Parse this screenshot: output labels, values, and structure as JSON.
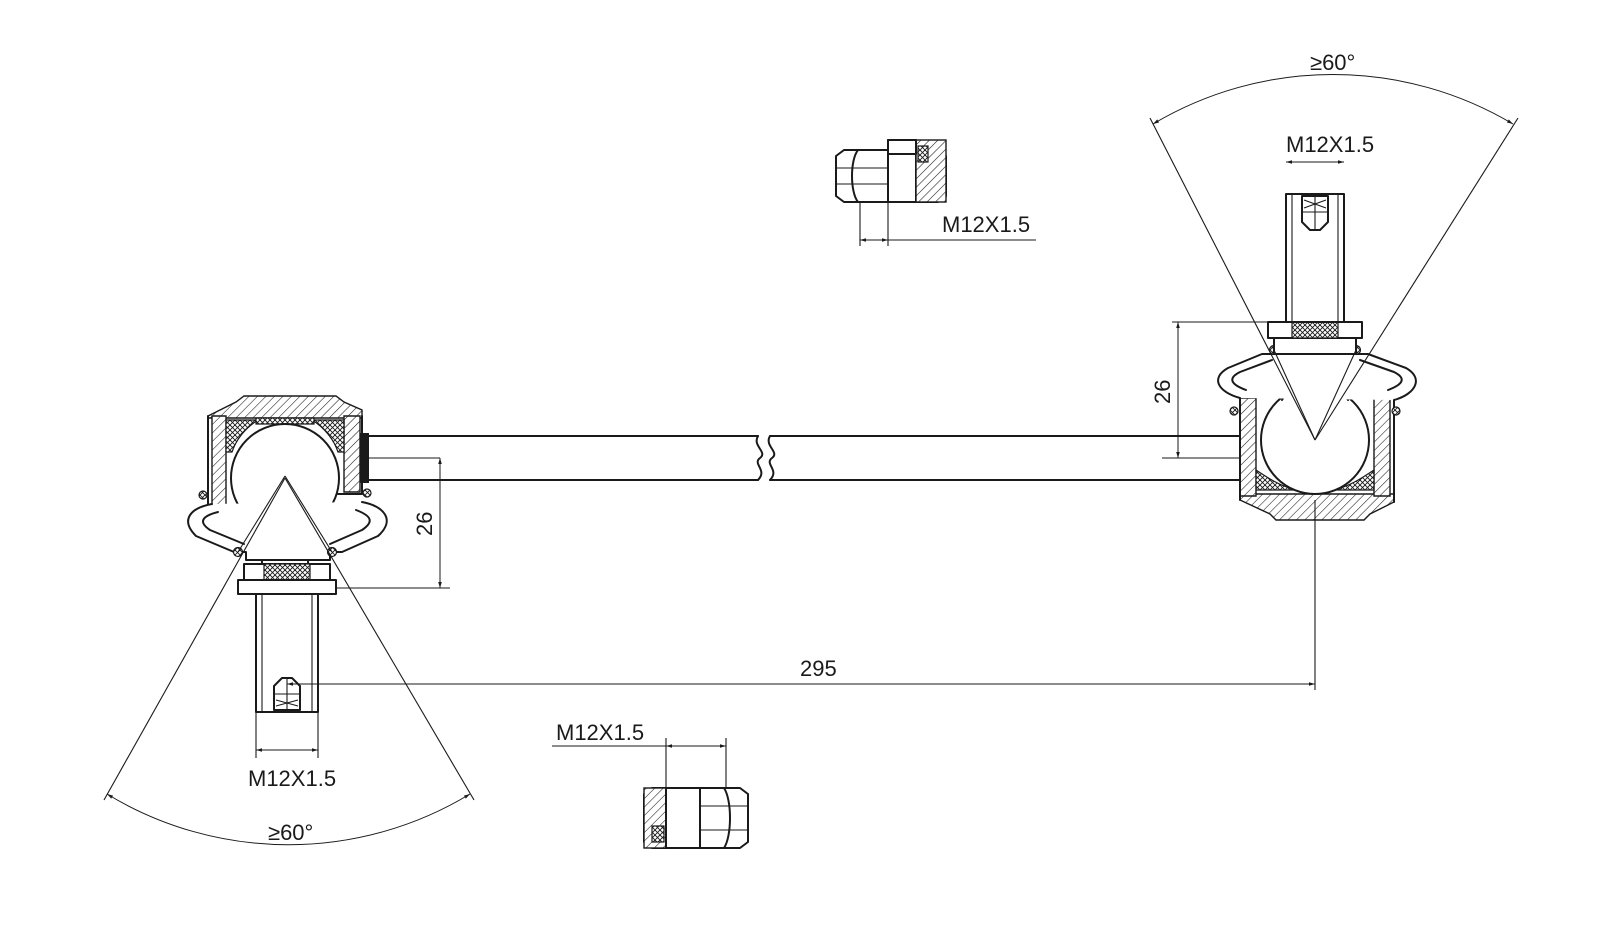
{
  "labels": {
    "thread_top_nut": "M12X1.5",
    "thread_right_stud": "M12X1.5",
    "thread_left_stud": "M12X1.5",
    "thread_bottom_nut": "M12X1.5",
    "angle_top": "≥60°",
    "angle_bottom": "≥60°",
    "height_left": "26",
    "height_right": "26",
    "length": "295"
  }
}
